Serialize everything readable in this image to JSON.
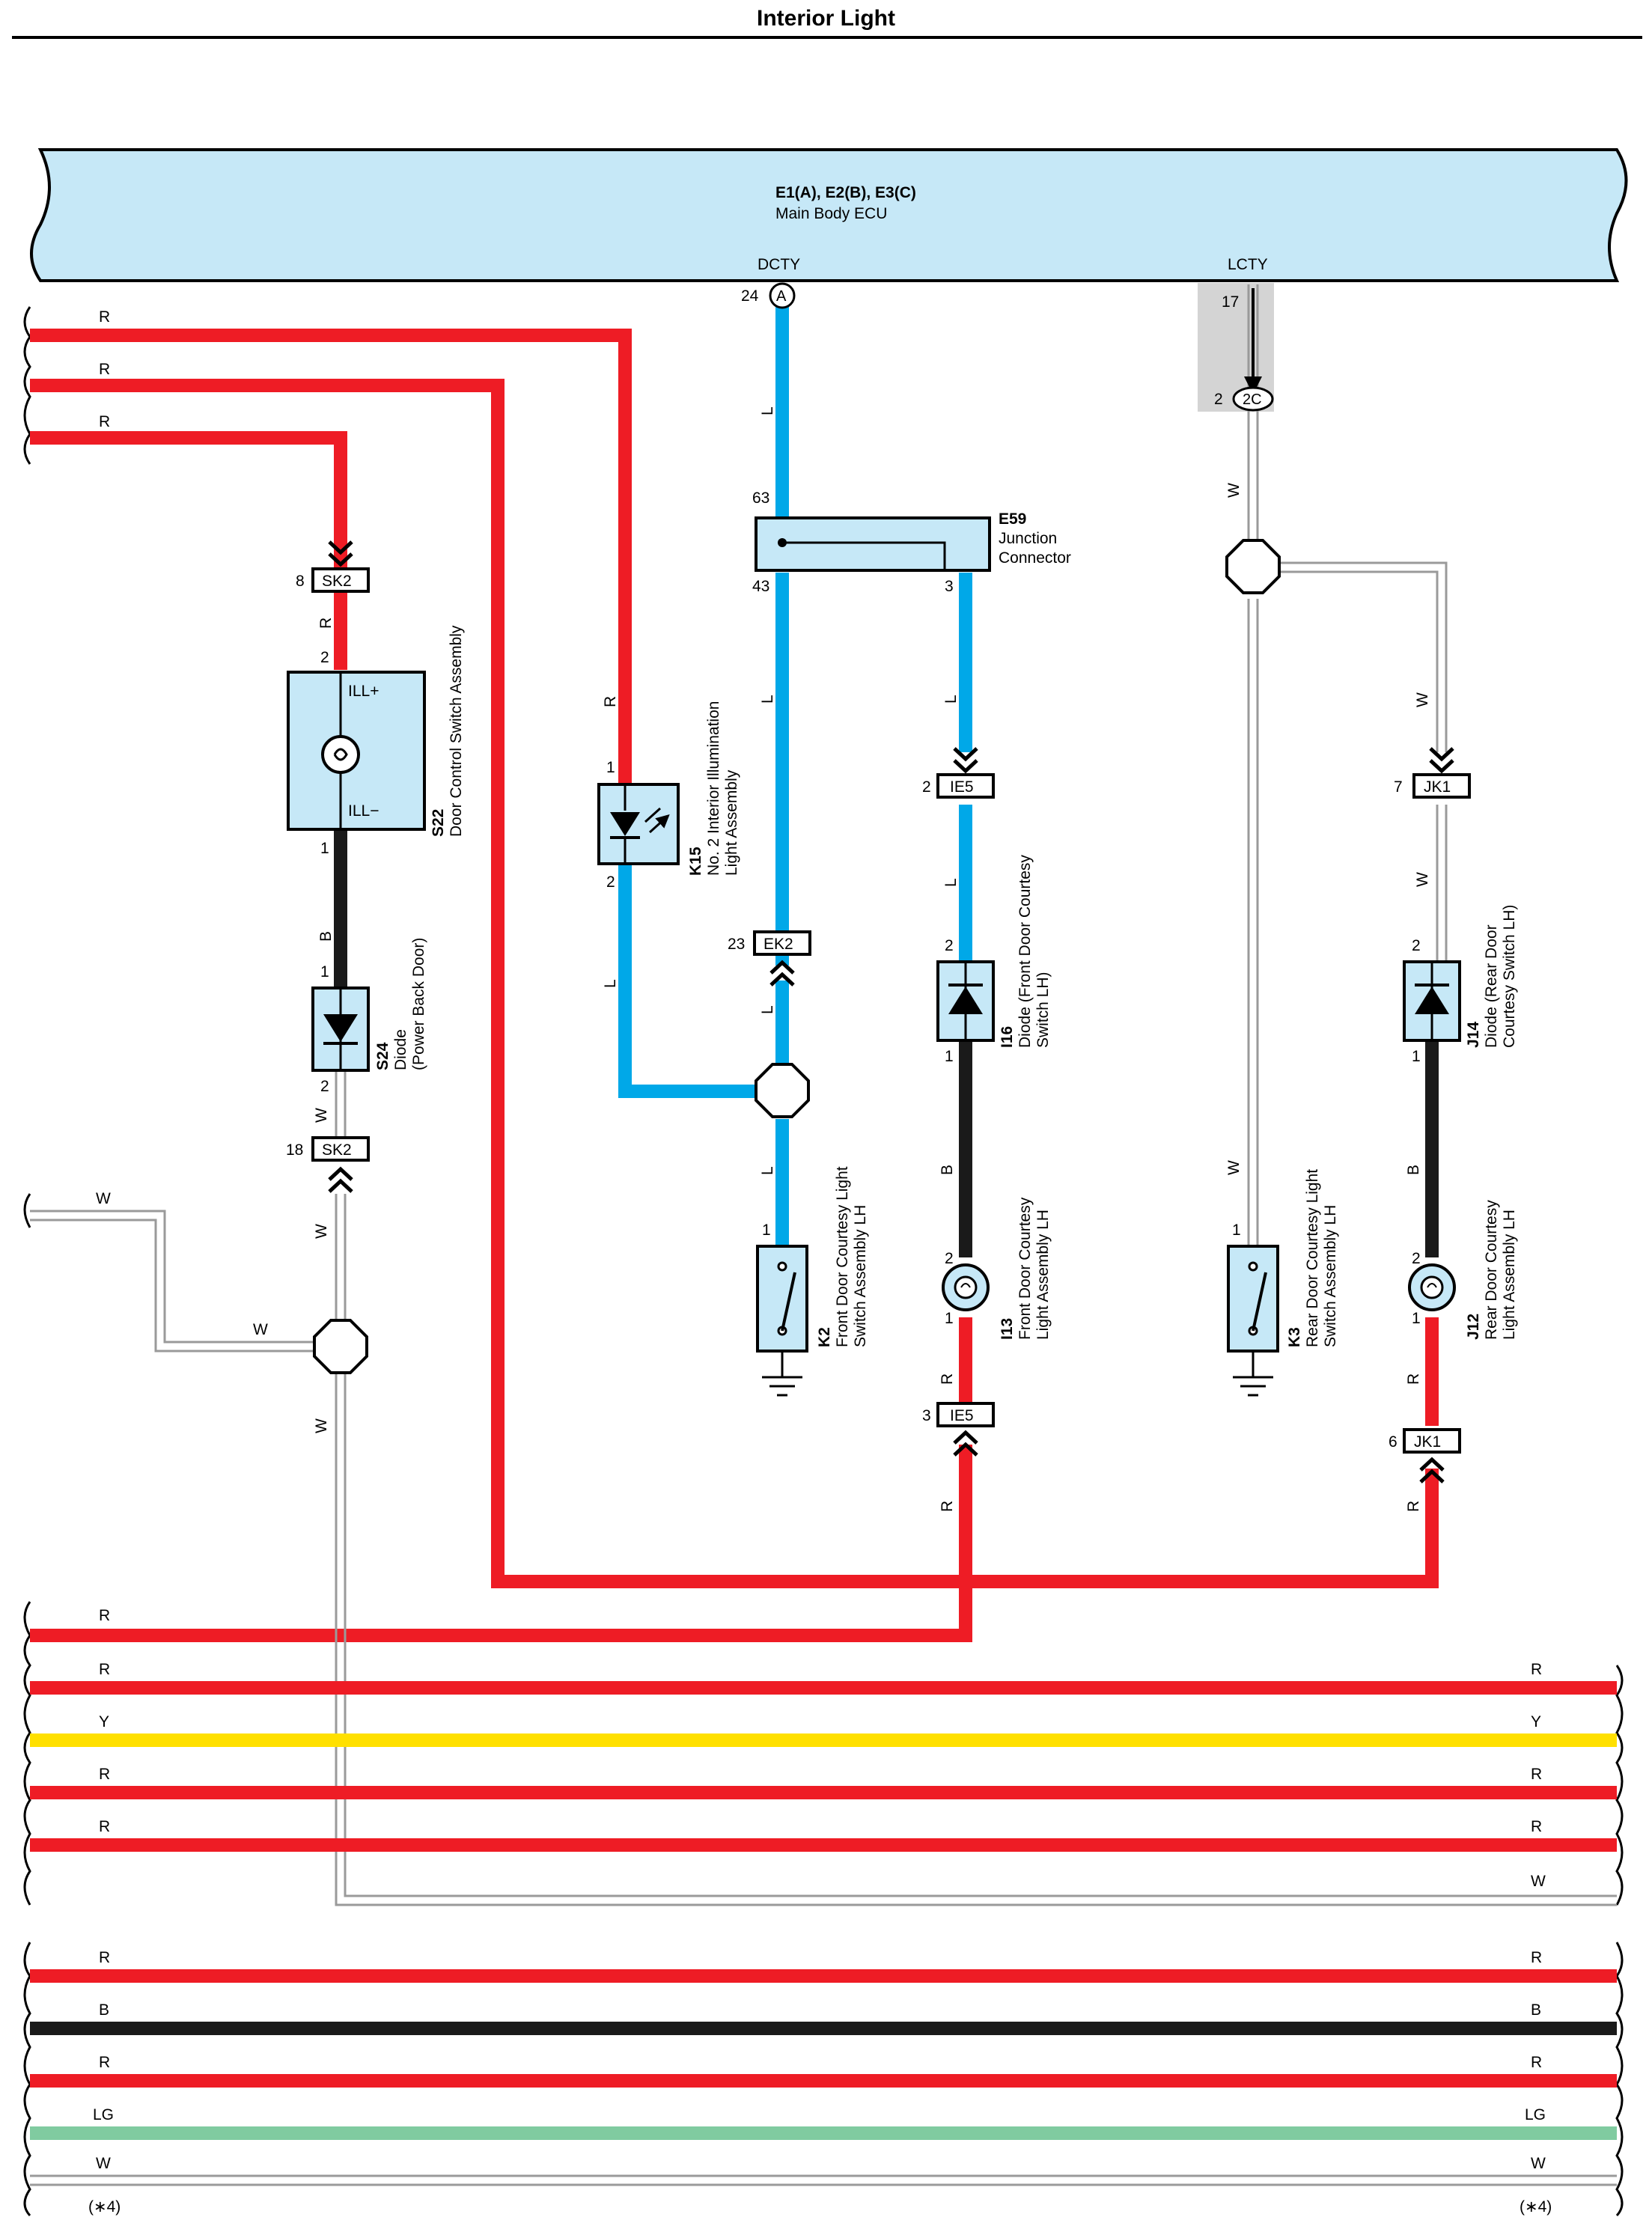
{
  "title": "Interior Light",
  "ecu": {
    "id": "E1(A), E2(B), E3(C)",
    "name": "Main Body ECU",
    "pin_dcty": "DCTY",
    "pin_lcty": "LCTY",
    "pin24": "24",
    "pin24_tag": "A",
    "pin17": "17",
    "pin2": "2",
    "pin2_tag": "2C"
  },
  "colors": {
    "red": "#ee1c25",
    "blue": "#00a8e8",
    "black": "#1a1a1a",
    "yellow": "#ffe000",
    "lg": "#80cba0",
    "white_wire": "#9a9a9a",
    "ecu_fill": "#c6e8f7",
    "comp_fill": "#c6e8f7"
  },
  "wire_codes": {
    "R": "R",
    "L": "L",
    "W": "W",
    "B": "B",
    "Y": "Y",
    "LG": "LG"
  },
  "note_ref": "(∗4)",
  "connectors": {
    "sk2_top": {
      "name": "SK2",
      "pin": "8"
    },
    "sk2_bot": {
      "name": "SK2",
      "pin": "18"
    },
    "ie5_top": {
      "name": "IE5",
      "pin": "2"
    },
    "ie5_bot": {
      "name": "IE5",
      "pin": "3"
    },
    "ek2": {
      "name": "EK2",
      "pin": "23"
    },
    "jk1_top": {
      "name": "JK1",
      "pin": "7"
    },
    "jk1_bot": {
      "name": "JK1",
      "pin": "6"
    }
  },
  "components": {
    "s22": {
      "id": "S22",
      "name": "Door Control Switch Assembly",
      "ill_plus": "ILL+",
      "ill_minus": "ILL−",
      "pin_top": "2",
      "pin_bot": "1"
    },
    "s24": {
      "id": "S24",
      "name1": "Diode",
      "name2": "(Power Back Door)",
      "pin_top": "1",
      "pin_bot": "2"
    },
    "k15": {
      "id": "K15",
      "name1": "No. 2 Interior Illumination",
      "name2": "Light Assembly",
      "pin_top": "1",
      "pin_bot": "2"
    },
    "e59": {
      "id": "E59",
      "name1": "Junction",
      "name2": "Connector",
      "pin63": "63",
      "pin43": "43",
      "pin3": "3"
    },
    "i16": {
      "id": "I16",
      "name1": "Diode (Front Door Courtesy",
      "name2": "Switch LH)",
      "pin_top": "2",
      "pin_bot": "1"
    },
    "i13": {
      "id": "I13",
      "name1": "Front Door Courtesy",
      "name2": "Light Assembly LH",
      "pin_top": "2",
      "pin_bot": "1"
    },
    "k2": {
      "id": "K2",
      "name1": "Front Door Courtesy Light",
      "name2": "Switch Assembly LH",
      "pin": "1"
    },
    "k3": {
      "id": "K3",
      "name1": "Rear Door Courtesy Light",
      "name2": "Switch Assembly LH",
      "pin": "1"
    },
    "j14": {
      "id": "J14",
      "name1": "Diode (Rear Door",
      "name2": "Courtesy Switch LH)",
      "pin_top": "2",
      "pin_bot": "1"
    },
    "j12": {
      "id": "J12",
      "name1": "Rear Door Courtesy",
      "name2": "Light Assembly LH",
      "pin_top": "2",
      "pin_bot": "1"
    }
  }
}
